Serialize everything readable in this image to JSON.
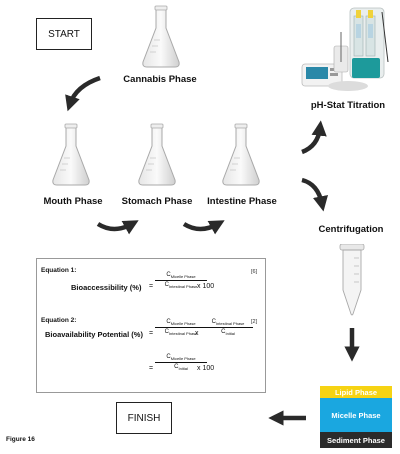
{
  "nodes": {
    "start": "START",
    "finish": "FINISH",
    "cannabis_phase": "Cannabis Phase",
    "mouth_phase": "Mouth Phase",
    "stomach_phase": "Stomach Phase",
    "intestine_phase": "Intestine Phase",
    "ph_stat": "pH-Stat Titration",
    "centrifugation": "Centrifugation"
  },
  "equations": {
    "eq1_title": "Equation 1:",
    "eq1_lhs": "Bioaccessibility (%)",
    "eq1_ref": "[6]",
    "eq2_title": "Equation 2:",
    "eq2_lhs": "Bioavailability Potential (%)",
    "eq2_ref": "[2]",
    "c_micelle": "C",
    "sub_micelle": "Micelle Phase",
    "sub_intestinal": "Intestinal Phase",
    "sub_initial": "Initial",
    "times_100": "x 100",
    "times": "x",
    "equals": "="
  },
  "phases": {
    "lipid": "Lipid Phase",
    "micelle": "Micelle Phase",
    "sediment": "Sediment Phase"
  },
  "colors": {
    "lipid": "#f6d313",
    "micelle": "#1aa7e0",
    "sediment": "#2b2b2b",
    "arrow": "#2a2a2a"
  },
  "figure_label": "Figure 16"
}
